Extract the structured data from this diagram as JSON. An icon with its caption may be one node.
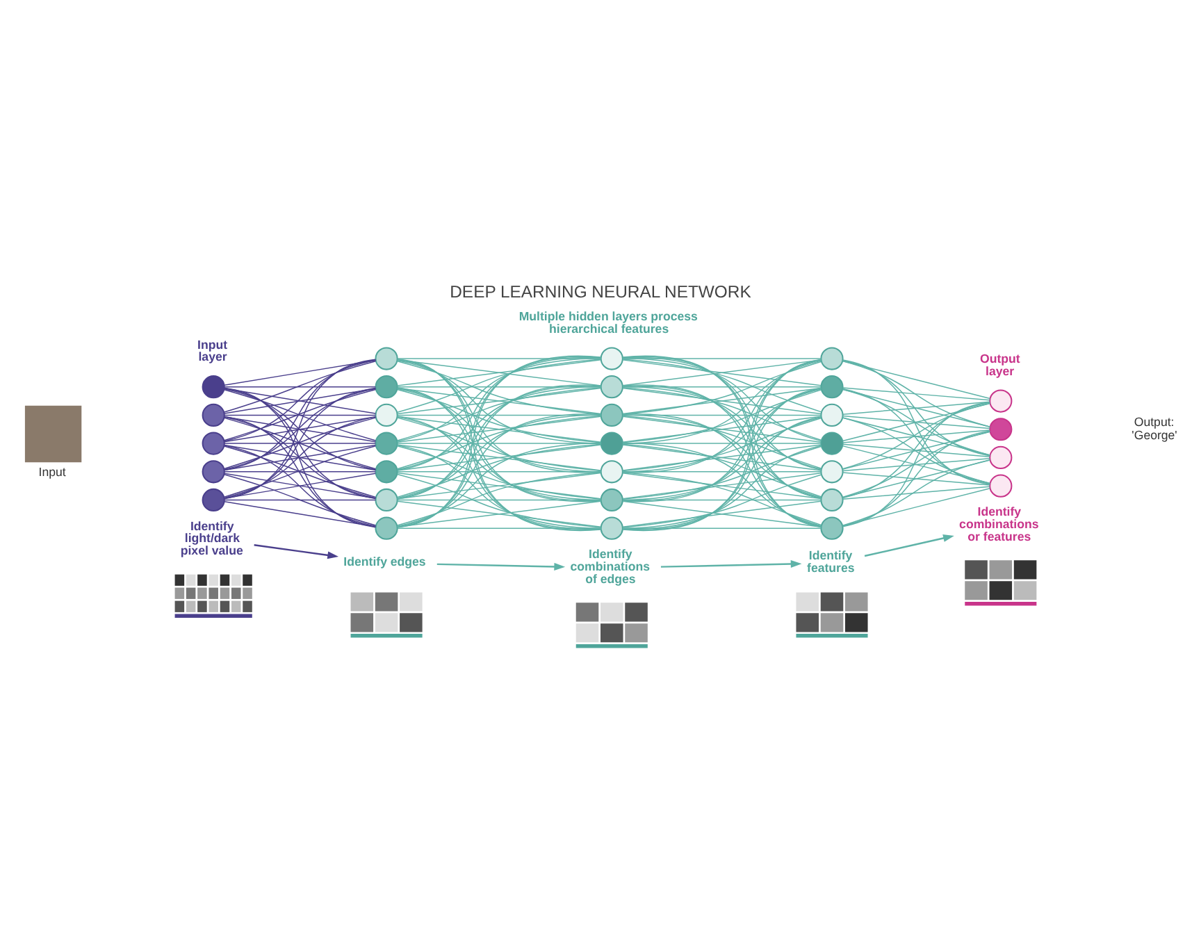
{
  "diagram": {
    "title": "DEEP LEARNING NEURAL NETWORK",
    "nodes": [
      {
        "text": [
          "Input"
        ]
      },
      {
        "text": [],
        "shape": "circle"
      },
      {
        "text": [],
        "shape": "circle"
      },
      {
        "text": [],
        "shape": "circle"
      },
      {
        "text": [],
        "shape": "circle"
      },
      {
        "text": [],
        "shape": "circle"
      },
      {
        "text": [
          "Identify light/dark pixel value"
        ]
      },
      {
        "text": [],
        "shape": "circle"
      },
      {
        "text": [],
        "shape": "circle"
      },
      {
        "text": [],
        "shape": "circle"
      },
      {
        "text": [],
        "shape": "circle"
      },
      {
        "text": [],
        "shape": "circle"
      },
      {
        "text": [],
        "shape": "circle"
      },
      {
        "text": [],
        "shape": "circle"
      },
      {
        "text": [
          "Identify edges"
        ]
      },
      {
        "text": [],
        "shape": "circle"
      },
      {
        "text": [],
        "shape": "circle"
      },
      {
        "text": [],
        "shape": "circle"
      },
      {
        "text": [],
        "shape": "circle"
      },
      {
        "text": [],
        "shape": "circle"
      },
      {
        "text": [],
        "shape": "circle"
      },
      {
        "text": [],
        "shape": "circle"
      },
      {
        "text": [
          "Identify combinations of edges"
        ]
      },
      {
        "text": [],
        "shape": "circle"
      },
      {
        "text": [],
        "shape": "circle"
      },
      {
        "text": [],
        "shape": "circle"
      },
      {
        "text": [],
        "shape": "circle"
      },
      {
        "text": [],
        "shape": "circle"
      },
      {
        "text": [],
        "shape": "circle"
      },
      {
        "text": [],
        "shape": "circle"
      },
      {
        "text": [
          "Identify features"
        ]
      },
      {
        "text": [],
        "shape": "circle"
      },
      {
        "text": [],
        "shape": "circle"
      },
      {
        "text": [],
        "shape": "circle"
      },
      {
        "text": [],
        "shape": "circle"
      },
      {
        "text": [
          "Identify combinations or features"
        ]
      },
      {
        "text": [],
        "shape": "picture"
      },
      {
        "text": [],
        "shape": "picture"
      },
      {
        "text": [],
        "shape": "picture"
      },
      {
        "text": [],
        "shape": "picture"
      },
      {
        "text": [],
        "shape": "picture"
      }
    ],
    "edges": [
      {
        "from": 1,
        "to": 7,
        "arrow": "none",
        "color": "#4a3f8c"
      },
      {
        "from": 1,
        "to": 8,
        "arrow": "none",
        "color": "#4a3f8c"
      },
      {
        "from": 1,
        "to": 9,
        "arrow": "none",
        "color": "#4a3f8c"
      },
      {
        "from": 1,
        "to": 10,
        "arrow": "none",
        "color": "#4a3f8c"
      },
      {
        "from": 1,
        "to": 11,
        "arrow": "none",
        "color": "#4a3f8c"
      },
      {
        "from": 1,
        "to": 12,
        "arrow": "none",
        "color": "#4a3f8c"
      },
      {
        "from": 1,
        "to": 13,
        "arrow": "none",
        "color": "#4a3f8c"
      },
      {
        "from": 2,
        "to": 7,
        "arrow": "none",
        "color": "#4a3f8c"
      },
      {
        "from": 2,
        "to": 8,
        "arrow": "none",
        "color": "#4a3f8c"
      },
      {
        "from": 2,
        "to": 9,
        "arrow": "none",
        "color": "#4a3f8c"
      },
      {
        "from": 2,
        "to": 10,
        "arrow": "none",
        "color": "#4a3f8c"
      },
      {
        "from": 2,
        "to": 11,
        "arrow": "none",
        "color": "#4a3f8c"
      },
      {
        "from": 2,
        "to": 12,
        "arrow": "none",
        "color": "#4a3f8c"
      },
      {
        "from": 2,
        "to": 13,
        "arrow": "none",
        "color": "#4a3f8c"
      },
      {
        "from": 3,
        "to": 7,
        "arrow": "none",
        "color": "#4a3f8c"
      },
      {
        "from": 3,
        "to": 8,
        "arrow": "none",
        "color": "#4a3f8c"
      },
      {
        "from": 3,
        "to": 9,
        "arrow": "none",
        "color": "#4a3f8c"
      },
      {
        "from": 3,
        "to": 10,
        "arrow": "none",
        "color": "#4a3f8c"
      },
      {
        "from": 3,
        "to": 11,
        "arrow": "none",
        "color": "#4a3f8c"
      },
      {
        "from": 3,
        "to": 12,
        "arrow": "none",
        "color": "#4a3f8c"
      },
      {
        "from": 3,
        "to": 13,
        "arrow": "none",
        "color": "#4a3f8c"
      },
      {
        "from": 4,
        "to": 7,
        "arrow": "none",
        "color": "#4a3f8c"
      },
      {
        "from": 4,
        "to": 8,
        "arrow": "none",
        "color": "#4a3f8c"
      },
      {
        "from": 4,
        "to": 9,
        "arrow": "none",
        "color": "#4a3f8c"
      },
      {
        "from": 4,
        "to": 10,
        "arrow": "none",
        "color": "#4a3f8c"
      },
      {
        "from": 4,
        "to": 11,
        "arrow": "none",
        "color": "#4a3f8c"
      },
      {
        "from": 4,
        "to": 12,
        "arrow": "none",
        "color": "#4a3f8c"
      },
      {
        "from": 4,
        "to": 13,
        "arrow": "none",
        "color": "#4a3f8c"
      },
      {
        "from": 5,
        "to": 7,
        "arrow": "none",
        "color": "#4a3f8c"
      },
      {
        "from": 5,
        "to": 8,
        "arrow": "none",
        "color": "#4a3f8c"
      },
      {
        "from": 5,
        "to": 9,
        "arrow": "none",
        "color": "#4a3f8c"
      },
      {
        "from": 5,
        "to": 10,
        "arrow": "none",
        "color": "#4a3f8c"
      },
      {
        "from": 5,
        "to": 11,
        "arrow": "none",
        "color": "#4a3f8c"
      },
      {
        "from": 5,
        "to": 12,
        "arrow": "none",
        "color": "#4a3f8c"
      },
      {
        "from": 5,
        "to": 13,
        "arrow": "none",
        "color": "#4a3f8c"
      },
      {
        "from": 7,
        "to": 15,
        "arrow": "none"
      },
      {
        "from": 7,
        "to": 16,
        "arrow": "none"
      },
      {
        "from": 7,
        "to": 17,
        "arrow": "none"
      },
      {
        "from": 7,
        "to": 18,
        "arrow": "none"
      },
      {
        "from": 7,
        "to": 19,
        "arrow": "none"
      },
      {
        "from": 7,
        "to": 20,
        "arrow": "none"
      },
      {
        "from": 7,
        "to": 21,
        "arrow": "none"
      },
      {
        "from": 8,
        "to": 15,
        "arrow": "none"
      },
      {
        "from": 8,
        "to": 16,
        "arrow": "none"
      },
      {
        "from": 8,
        "to": 17,
        "arrow": "none"
      },
      {
        "from": 8,
        "to": 18,
        "arrow": "none"
      },
      {
        "from": 8,
        "to": 19,
        "arrow": "none"
      },
      {
        "from": 8,
        "to": 20,
        "arrow": "none"
      },
      {
        "from": 8,
        "to": 21,
        "arrow": "none"
      },
      {
        "from": 9,
        "to": 15,
        "arrow": "none"
      },
      {
        "from": 9,
        "to": 16,
        "arrow": "none"
      },
      {
        "from": 9,
        "to": 17,
        "arrow": "none"
      },
      {
        "from": 9,
        "to": 18,
        "arrow": "none"
      },
      {
        "from": 9,
        "to": 19,
        "arrow": "none"
      },
      {
        "from": 9,
        "to": 20,
        "arrow": "none"
      },
      {
        "from": 9,
        "to": 21,
        "arrow": "none"
      },
      {
        "from": 10,
        "to": 15,
        "arrow": "none"
      },
      {
        "from": 10,
        "to": 16,
        "arrow": "none"
      },
      {
        "from": 10,
        "to": 17,
        "arrow": "none"
      },
      {
        "from": 10,
        "to": 18,
        "arrow": "none"
      },
      {
        "from": 10,
        "to": 19,
        "arrow": "none"
      },
      {
        "from": 10,
        "to": 20,
        "arrow": "none"
      },
      {
        "from": 10,
        "to": 21,
        "arrow": "none"
      },
      {
        "from": 11,
        "to": 15,
        "arrow": "none"
      },
      {
        "from": 11,
        "to": 16,
        "arrow": "none"
      },
      {
        "from": 11,
        "to": 17,
        "arrow": "none"
      },
      {
        "from": 11,
        "to": 18,
        "arrow": "none"
      },
      {
        "from": 11,
        "to": 19,
        "arrow": "none"
      },
      {
        "from": 11,
        "to": 20,
        "arrow": "none"
      },
      {
        "from": 11,
        "to": 21,
        "arrow": "none"
      },
      {
        "from": 12,
        "to": 15,
        "arrow": "none"
      },
      {
        "from": 12,
        "to": 16,
        "arrow": "none"
      },
      {
        "from": 12,
        "to": 17,
        "arrow": "none"
      },
      {
        "from": 12,
        "to": 18,
        "arrow": "none"
      },
      {
        "from": 12,
        "to": 19,
        "arrow": "none"
      },
      {
        "from": 12,
        "to": 20,
        "arrow": "none"
      },
      {
        "from": 12,
        "to": 21,
        "arrow": "none"
      },
      {
        "from": 13,
        "to": 15,
        "arrow": "none"
      },
      {
        "from": 13,
        "to": 16,
        "arrow": "none"
      },
      {
        "from": 13,
        "to": 17,
        "arrow": "none"
      },
      {
        "from": 13,
        "to": 18,
        "arrow": "none"
      },
      {
        "from": 13,
        "to": 19,
        "arrow": "none"
      },
      {
        "from": 13,
        "to": 20,
        "arrow": "none"
      },
      {
        "from": 13,
        "to": 21,
        "arrow": "none"
      },
      {
        "from": 15,
        "to": 23,
        "arrow": "none"
      },
      {
        "from": 15,
        "to": 24,
        "arrow": "none"
      },
      {
        "from": 15,
        "to": 25,
        "arrow": "none"
      },
      {
        "from": 15,
        "to": 26,
        "arrow": "none"
      },
      {
        "from": 15,
        "to": 27,
        "arrow": "none"
      },
      {
        "from": 15,
        "to": 28,
        "arrow": "none"
      },
      {
        "from": 15,
        "to": 29,
        "arrow": "none"
      },
      {
        "from": 16,
        "to": 23,
        "arrow": "none"
      },
      {
        "from": 16,
        "to": 24,
        "arrow": "none"
      },
      {
        "from": 16,
        "to": 25,
        "arrow": "none"
      },
      {
        "from": 16,
        "to": 26,
        "arrow": "none"
      },
      {
        "from": 16,
        "to": 27,
        "arrow": "none"
      },
      {
        "from": 16,
        "to": 28,
        "arrow": "none"
      },
      {
        "from": 16,
        "to": 29,
        "arrow": "none"
      },
      {
        "from": 17,
        "to": 23,
        "arrow": "none"
      },
      {
        "from": 17,
        "to": 24,
        "arrow": "none"
      },
      {
        "from": 17,
        "to": 25,
        "arrow": "none"
      },
      {
        "from": 17,
        "to": 26,
        "arrow": "none"
      },
      {
        "from": 17,
        "to": 27,
        "arrow": "none"
      },
      {
        "from": 17,
        "to": 28,
        "arrow": "none"
      },
      {
        "from": 17,
        "to": 29,
        "arrow": "none"
      },
      {
        "from": 18,
        "to": 23,
        "arrow": "none"
      },
      {
        "from": 18,
        "to": 24,
        "arrow": "none"
      },
      {
        "from": 18,
        "to": 25,
        "arrow": "none"
      },
      {
        "from": 18,
        "to": 26,
        "arrow": "none"
      },
      {
        "from": 18,
        "to": 27,
        "arrow": "none"
      },
      {
        "from": 18,
        "to": 28,
        "arrow": "none"
      },
      {
        "from": 18,
        "to": 29,
        "arrow": "none"
      },
      {
        "from": 19,
        "to": 23,
        "arrow": "none"
      },
      {
        "from": 19,
        "to": 24,
        "arrow": "none"
      },
      {
        "from": 19,
        "to": 25,
        "arrow": "none"
      },
      {
        "from": 19,
        "to": 26,
        "arrow": "none"
      },
      {
        "from": 19,
        "to": 27,
        "arrow": "none"
      },
      {
        "from": 19,
        "to": 28,
        "arrow": "none"
      },
      {
        "from": 19,
        "to": 29,
        "arrow": "none"
      },
      {
        "from": 20,
        "to": 23,
        "arrow": "none"
      },
      {
        "from": 20,
        "to": 24,
        "arrow": "none"
      },
      {
        "from": 20,
        "to": 25,
        "arrow": "none"
      },
      {
        "from": 20,
        "to": 26,
        "arrow": "none"
      },
      {
        "from": 20,
        "to": 27,
        "arrow": "none"
      },
      {
        "from": 20,
        "to": 28,
        "arrow": "none"
      },
      {
        "from": 20,
        "to": 29,
        "arrow": "none"
      },
      {
        "from": 21,
        "to": 23,
        "arrow": "none"
      },
      {
        "from": 21,
        "to": 24,
        "arrow": "none"
      },
      {
        "from": 21,
        "to": 25,
        "arrow": "none"
      },
      {
        "from": 21,
        "to": 26,
        "arrow": "none"
      },
      {
        "from": 21,
        "to": 27,
        "arrow": "none"
      },
      {
        "from": 21,
        "to": 28,
        "arrow": "none"
      },
      {
        "from": 21,
        "to": 29,
        "arrow": "none"
      },
      {
        "from": 23,
        "to": 31,
        "arrow": "none"
      },
      {
        "from": 23,
        "to": 32,
        "arrow": "none"
      },
      {
        "from": 23,
        "to": 33,
        "arrow": "none"
      },
      {
        "from": 23,
        "to": 34,
        "arrow": "none"
      },
      {
        "from": 24,
        "to": 31,
        "arrow": "none"
      },
      {
        "from": 24,
        "to": 32,
        "arrow": "none"
      },
      {
        "from": 24,
        "to": 33,
        "arrow": "none"
      },
      {
        "from": 24,
        "to": 34,
        "arrow": "none"
      },
      {
        "from": 25,
        "to": 31,
        "arrow": "none"
      },
      {
        "from": 25,
        "to": 32,
        "arrow": "none"
      },
      {
        "from": 25,
        "to": 33,
        "arrow": "none"
      },
      {
        "from": 25,
        "to": 34,
        "arrow": "none"
      },
      {
        "from": 26,
        "to": 31,
        "arrow": "none"
      },
      {
        "from": 26,
        "to": 32,
        "arrow": "none"
      },
      {
        "from": 26,
        "to": 33,
        "arrow": "none"
      },
      {
        "from": 26,
        "to": 34,
        "arrow": "none"
      },
      {
        "from": 27,
        "to": 31,
        "arrow": "none"
      },
      {
        "from": 27,
        "to": 32,
        "arrow": "none"
      },
      {
        "from": 27,
        "to": 33,
        "arrow": "none"
      },
      {
        "from": 27,
        "to": 34,
        "arrow": "none"
      },
      {
        "from": 28,
        "to": 31,
        "arrow": "none"
      },
      {
        "from": 28,
        "to": 32,
        "arrow": "none"
      },
      {
        "from": 28,
        "to": 33,
        "arrow": "none"
      },
      {
        "from": 28,
        "to": 34,
        "arrow": "none"
      },
      {
        "from": 29,
        "to": 31,
        "arrow": "none"
      },
      {
        "from": 29,
        "to": 32,
        "arrow": "none"
      },
      {
        "from": 29,
        "to": 33,
        "arrow": "none"
      },
      {
        "from": 29,
        "to": 34,
        "arrow": "none"
      },
      {
        "from": 6,
        "to": 14,
        "arrow": "to",
        "color": "#4a3f8c"
      },
      {
        "from": 14,
        "to": 22,
        "arrow": "to"
      },
      {
        "from": 22,
        "to": 30,
        "arrow": "to"
      },
      {
        "from": 30,
        "to": 35,
        "arrow": "to"
      }
    ],
    "labels": [
      "Input layer",
      "Multiple hidden layers process hierarchical features",
      "Output layer",
      "Output: 'George'"
    ]
  }
}
